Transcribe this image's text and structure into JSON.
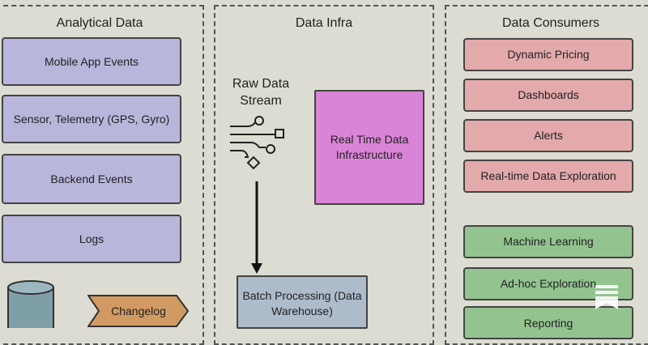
{
  "panels": {
    "analytical": {
      "title": "Analytical Data",
      "items": [
        "Mobile App Events",
        "Sensor, Telemetry (GPS, Gyro)",
        "Backend Events",
        "Logs"
      ],
      "changelog": "Changelog"
    },
    "infra": {
      "title": "Data Infra",
      "stream_label": "Raw Data Stream",
      "realtime": "Real Time Data Infrastructure",
      "batch": "Batch Processing (Data Warehouse)"
    },
    "consumers": {
      "title": "Data Consumers",
      "realtime_items": [
        "Dynamic Pricing",
        "Dashboards",
        "Alerts",
        "Real-time Data Exploration"
      ],
      "batch_items": [
        "Machine Learning",
        "Ad-hoc Exploration",
        "Reporting"
      ]
    }
  },
  "colors": {
    "source": "#b9b6dc",
    "realtime_consumer": "#e3a9ab",
    "batch_consumer": "#93c490",
    "realtime_infra": "#d984d6",
    "batch_infra": "#aebbcb",
    "changelog": "#d19a63",
    "database": "#7f9fa8"
  }
}
